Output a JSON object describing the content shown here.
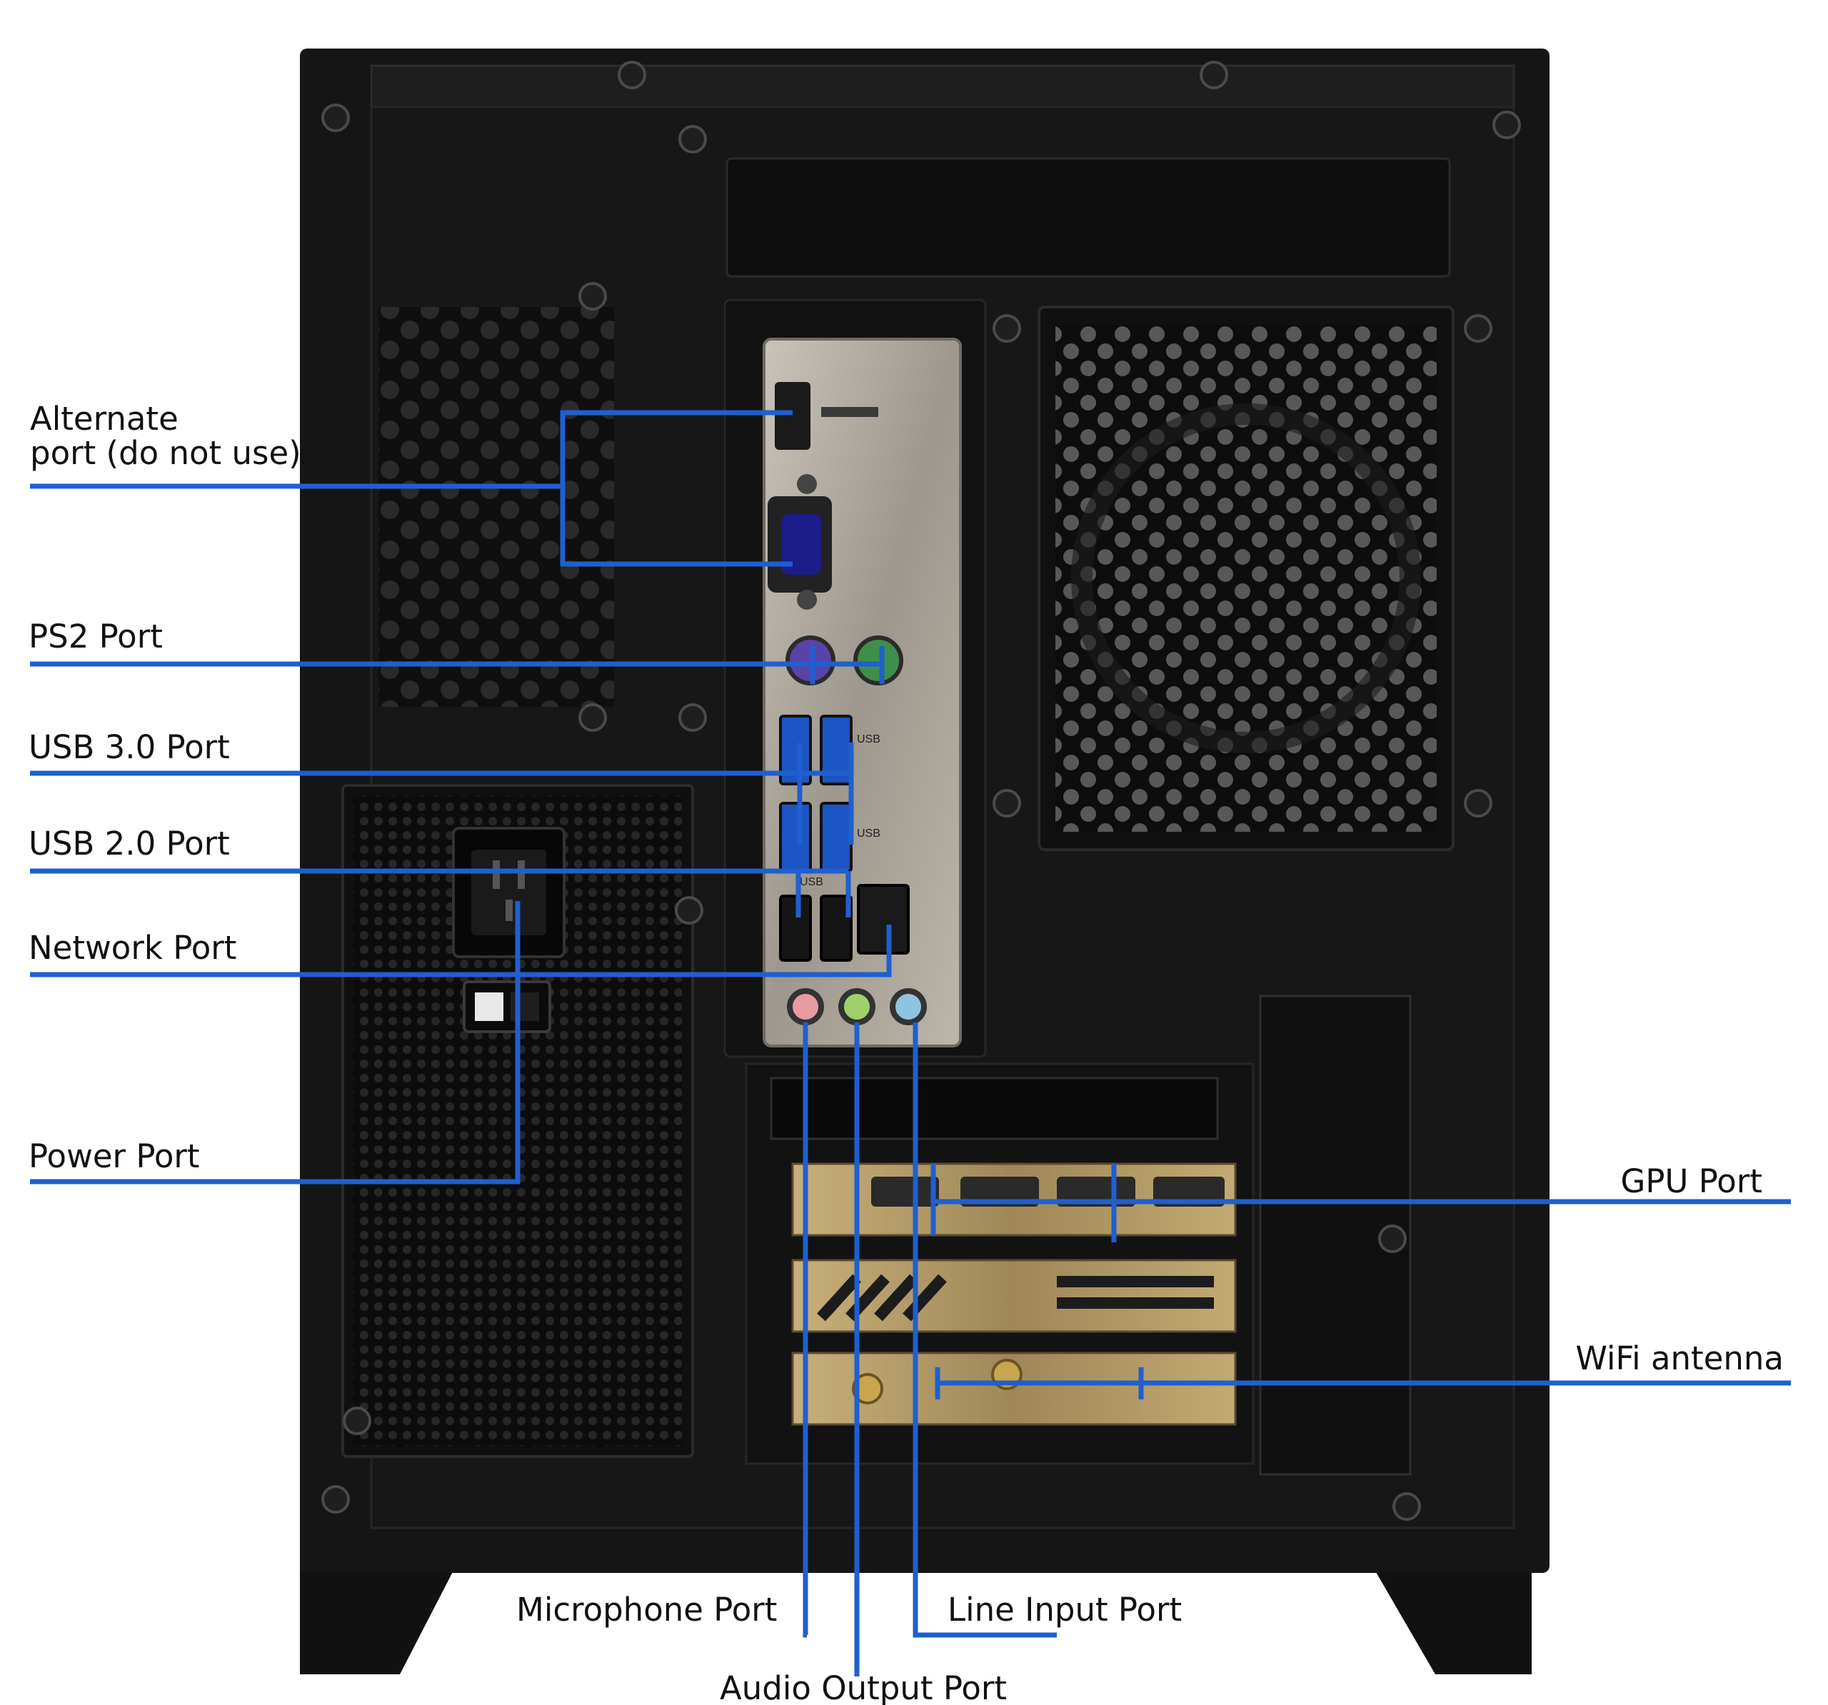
{
  "colors": {
    "leader": "#1f5fd0",
    "background": "#ffffff",
    "case": "#151515",
    "io_shield": "#a9a39a",
    "brass": "#bda36a",
    "gpu_bracket": "#b29a66"
  },
  "labels": {
    "alternate_line1": "Alternate",
    "alternate_line2": "port (do not use)",
    "ps2": "PS2 Port",
    "usb3": "USB 3.0 Port",
    "usb2": "USB 2.0 Port",
    "network": "Network Port",
    "power": "Power Port",
    "gpu": "GPU Port",
    "wifi": "WiFi antenna",
    "microphone": "Microphone Port",
    "line_input": "Line Input Port",
    "audio_output": "Audio Output Port"
  },
  "panel_markings": {
    "usb_a": "USB",
    "usb_b": "USB",
    "usb_c": "USB"
  }
}
